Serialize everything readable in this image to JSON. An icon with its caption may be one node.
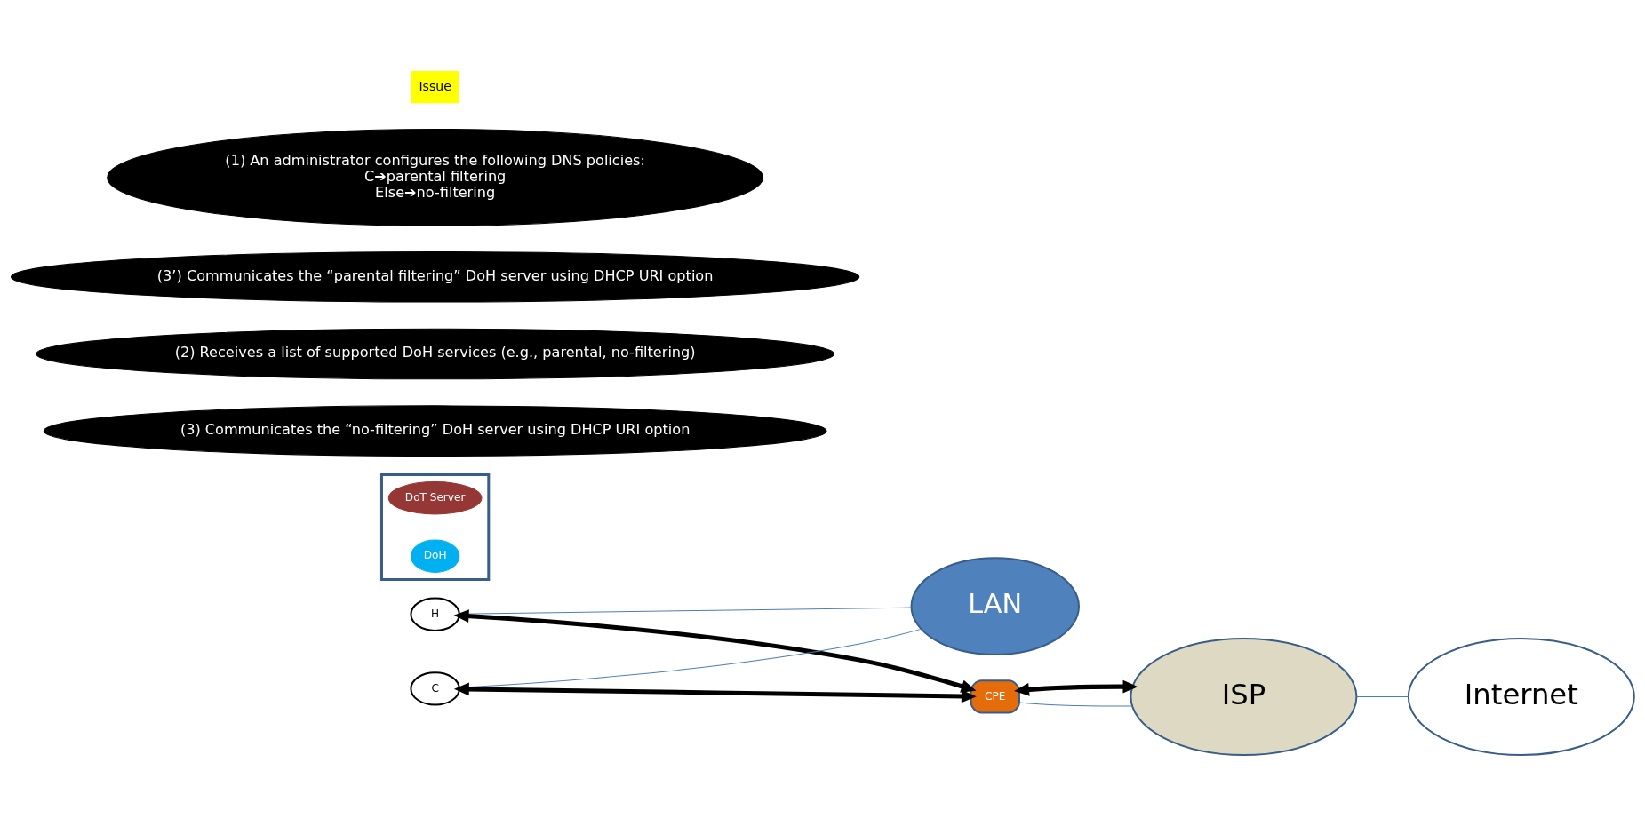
{
  "diagram": {
    "nodes": [
      {
        "text": [
          "LAN"
        ]
      },
      {
        "text": [
          "H"
        ]
      },
      {
        "text": [
          "C"
        ]
      },
      {
        "text": [
          "CPE"
        ]
      },
      {
        "text": [
          "ISP"
        ]
      },
      {
        "text": [
          "Internet"
        ]
      },
      {
        "text": [],
        "shape": "box"
      },
      {
        "text": [
          "DoT Server"
        ],
        "in": 6
      },
      {
        "text": [
          "DoH"
        ],
        "in": 6
      },
      {
        "text": [
          "(3) Communicates the “no-filtering” DoH server using DHCP URI option"
        ]
      },
      {
        "text": [
          "(2) Receives a list of supported DoH services (e.g., parental, no-filtering)"
        ]
      },
      {
        "text": [
          "(3’) Communicates the “parental filtering” DoH server using DHCP URI option"
        ]
      },
      {
        "text": [
          "(1) An administrator configures the following DNS policies:",
          "C➔parental filtering",
          "Else➔no-filtering"
        ]
      }
    ],
    "edges": [
      {
        "from": 1,
        "to": 0,
        "arrow": "none"
      },
      {
        "from": 2,
        "to": 0,
        "arrow": "none"
      },
      {
        "from": 3,
        "to": 4,
        "arrow": "none"
      },
      {
        "from": 4,
        "to": 5,
        "arrow": "none"
      },
      {
        "from": 1,
        "to": 3,
        "arrow": "both",
        "style": "thick",
        "color": "#000000"
      },
      {
        "from": 2,
        "to": 3,
        "arrow": "both",
        "style": "thick",
        "color": "#000000"
      },
      {
        "from": 3,
        "to": 4,
        "arrow": "both",
        "style": "thick",
        "color": "#000000"
      }
    ],
    "labels": [
      "Issue"
    ]
  }
}
